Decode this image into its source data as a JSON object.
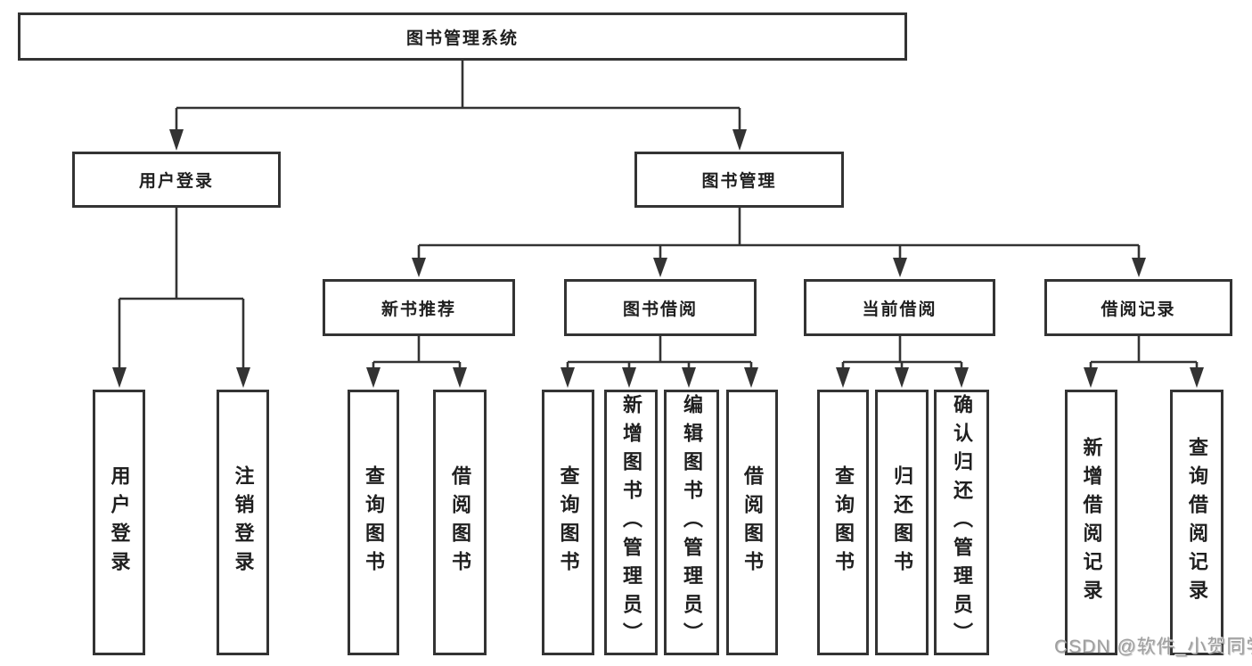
{
  "diagram": {
    "root": {
      "label": "图书管理系统"
    },
    "level2": [
      {
        "id": "user-login",
        "label": "用户登录"
      },
      {
        "id": "book-management",
        "label": "图书管理"
      }
    ],
    "level3": [
      {
        "id": "new-book-recommend",
        "label": "新书推荐"
      },
      {
        "id": "book-borrow",
        "label": "图书借阅"
      },
      {
        "id": "current-borrow",
        "label": "当前借阅"
      },
      {
        "id": "borrow-records",
        "label": "借阅记录"
      }
    ],
    "leaves": {
      "user_login": [
        {
          "label": "用户登录"
        },
        {
          "label": "注销登录"
        }
      ],
      "new_book": [
        {
          "label": "查询图书"
        },
        {
          "label": "借阅图书"
        }
      ],
      "book_borrow": [
        {
          "label": "查询图书"
        },
        {
          "label": "新增图书（管理员）"
        },
        {
          "label": "编辑图书（管理员）"
        },
        {
          "label": "借阅图书"
        }
      ],
      "current_borrow": [
        {
          "label": "查询图书"
        },
        {
          "label": "归还图书"
        },
        {
          "label": "确认归还（管理员）"
        }
      ],
      "records": [
        {
          "label": "新增借阅记录"
        },
        {
          "label": "查询借阅记录"
        }
      ]
    }
  },
  "watermark": "CSDN @软件_小贺同学",
  "colors": {
    "line": "#333333",
    "box_border": "#333333",
    "box_background": "#ffffff",
    "text": "#1f1f1f",
    "watermark": "#9f9f9f",
    "page_background": "#ffffff"
  }
}
